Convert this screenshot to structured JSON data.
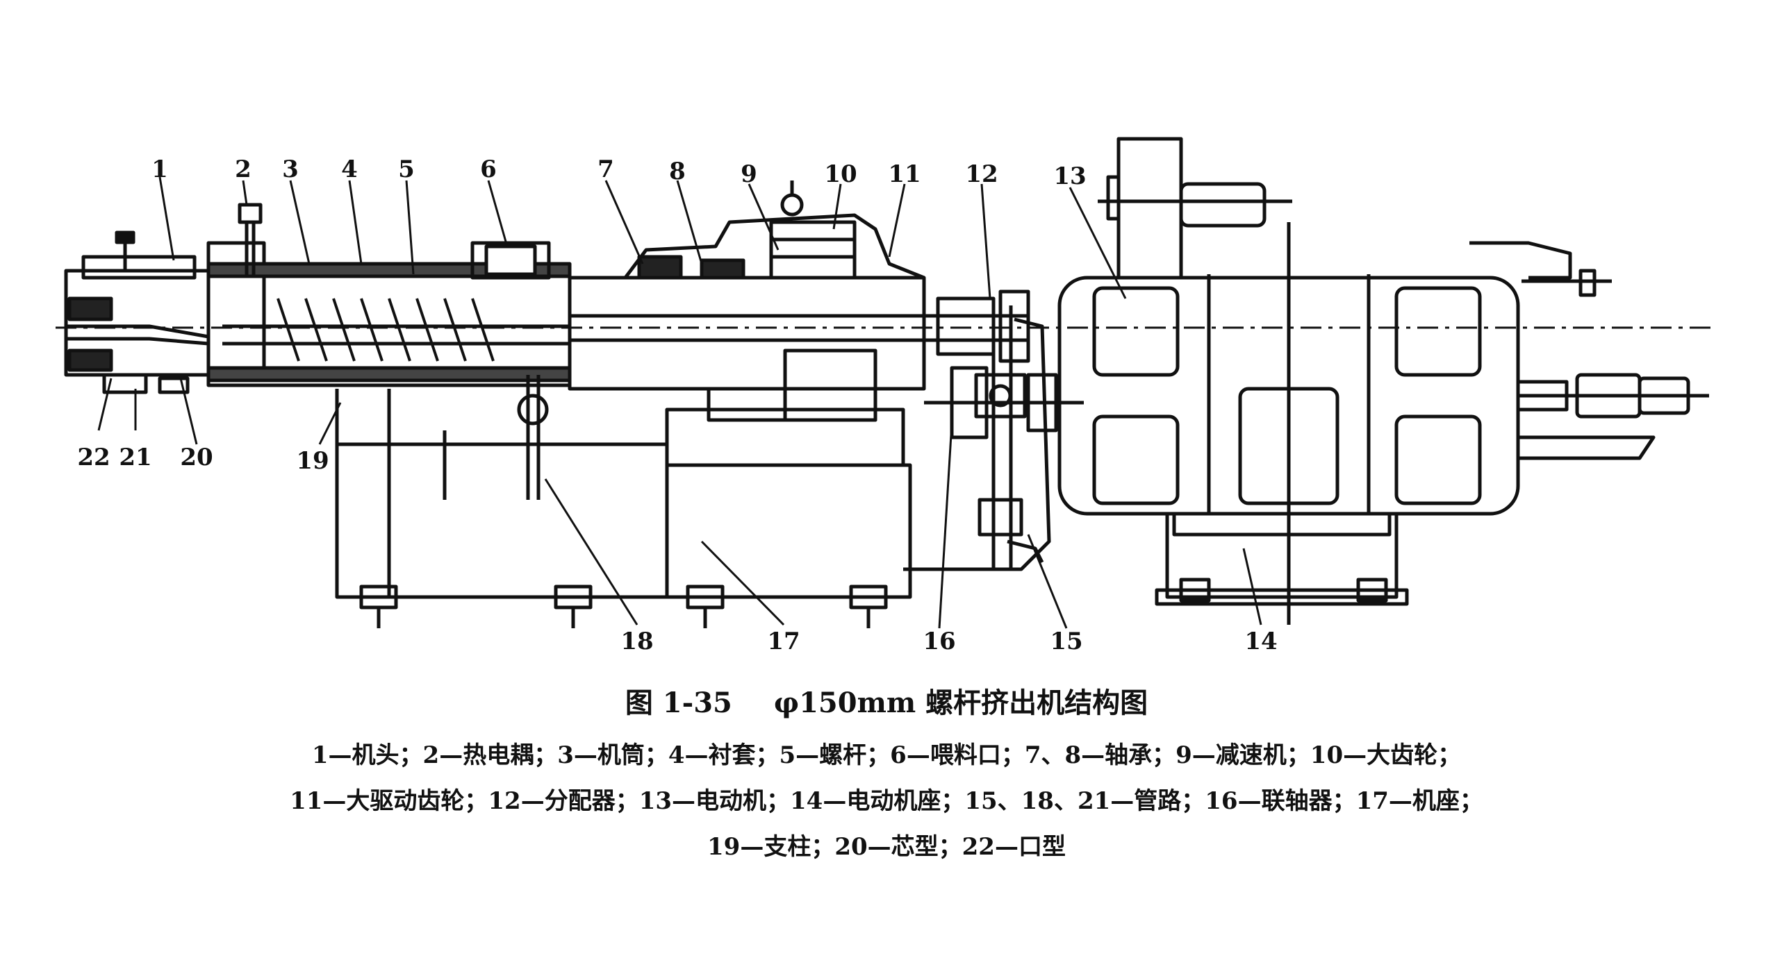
{
  "callouts": [
    "1",
    "2",
    "3",
    "4",
    "5",
    "6",
    "7",
    "8",
    "9",
    "10",
    "11",
    "12",
    "13",
    "14",
    "15",
    "16",
    "17",
    "18",
    "19",
    "20",
    "21",
    "22"
  ],
  "caption": {
    "number": "图 1-35",
    "title": "φ150mm 螺杆挤出机结构图"
  },
  "legend": {
    "line1": "1—机头；2—热电耦；3—机筒；4—衬套；5—螺杆；6—喂料口；7、8—轴承；9—减速机；10—大齿轮；",
    "line2": "11—大驱动齿轮；12—分配器；13—电动机；14—电动机座；15、18、21—管路；16—联轴器；17—机座；",
    "line3": "19—支柱；20—芯型；22—口型"
  }
}
